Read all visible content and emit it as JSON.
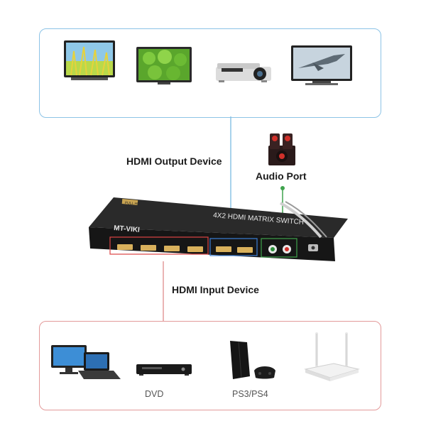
{
  "labels": {
    "output": "HDMI Output Device",
    "input": "HDMI Input Device",
    "audio": "Audio Port"
  },
  "device": {
    "brand": "MT-VIKI",
    "model_text": "4X2 HDMI MATRIX SWITCH",
    "badge": "FULL HD"
  },
  "output_devices": [
    {
      "icon": "tv-flowers-icon"
    },
    {
      "icon": "monitor-green-icon"
    },
    {
      "icon": "projector-icon"
    },
    {
      "icon": "tv-jet-icon"
    }
  ],
  "input_devices": [
    {
      "icon": "computer-laptop-icon",
      "caption": ""
    },
    {
      "icon": "dvd-player-icon",
      "caption": "DVD"
    },
    {
      "icon": "ps4-console-icon",
      "caption": "PS3/PS4"
    },
    {
      "icon": "router-icon",
      "caption": ""
    }
  ],
  "colors": {
    "output_line": "#8cc3e6",
    "input_line": "#e39a9a",
    "audio_line": "#3fa34d",
    "device_body": "#1e1e1e"
  }
}
